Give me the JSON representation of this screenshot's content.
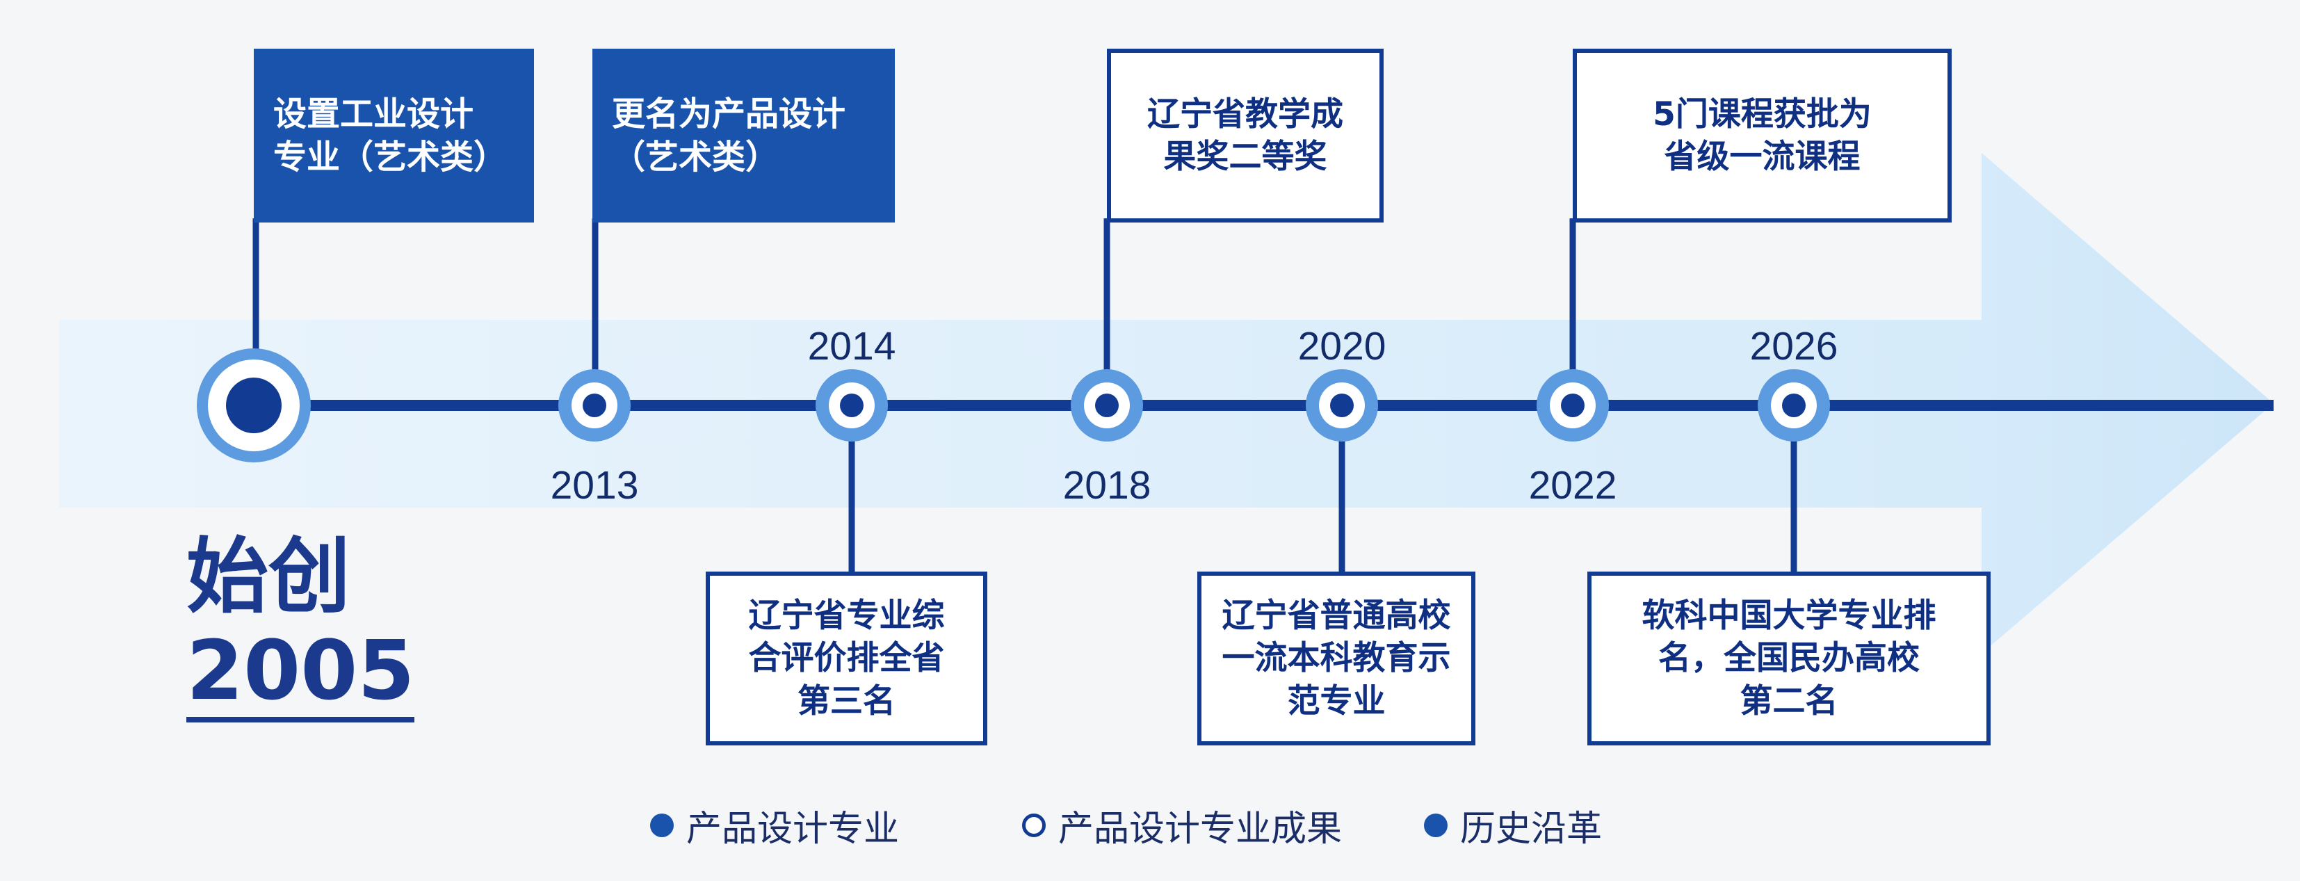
{
  "origin": {
    "label": "始创",
    "year": "2005"
  },
  "milestones": [
    {
      "id": "2005",
      "year": "",
      "text": "设置工业设计\n专业（艺术类）",
      "style": "filled"
    },
    {
      "id": "2013",
      "year": "2013",
      "text": "更名为产品设计\n（艺术类）",
      "style": "filled"
    },
    {
      "id": "2014",
      "year": "2014",
      "text": "辽宁省专业综\n合评价排全省\n第三名",
      "style": "outline"
    },
    {
      "id": "2018",
      "year": "2018",
      "text": "辽宁省教学成\n果奖二等奖",
      "style": "outline"
    },
    {
      "id": "2020",
      "year": "2020",
      "text": "辽宁省普通高校\n一流本科教育示\n范专业",
      "style": "outline"
    },
    {
      "id": "2022",
      "year": "2022",
      "text": "5门课程获批为\n省级一流课程",
      "style": "outline"
    },
    {
      "id": "2026",
      "year": "2026",
      "text": "软科中国大学专业排\n名，全国民办高校\n第二名",
      "style": "outline"
    }
  ],
  "legend": [
    {
      "label": "产品设计专业",
      "marker": "filled"
    },
    {
      "label": "产品设计专业成果",
      "marker": "hollow"
    },
    {
      "label": "历史沿革",
      "marker": "filled"
    }
  ],
  "colors": {
    "line": "#123c94",
    "node_ring": "#5c9be0",
    "box_fill": "#1a53ab",
    "arrow": "#d9ecf9"
  }
}
